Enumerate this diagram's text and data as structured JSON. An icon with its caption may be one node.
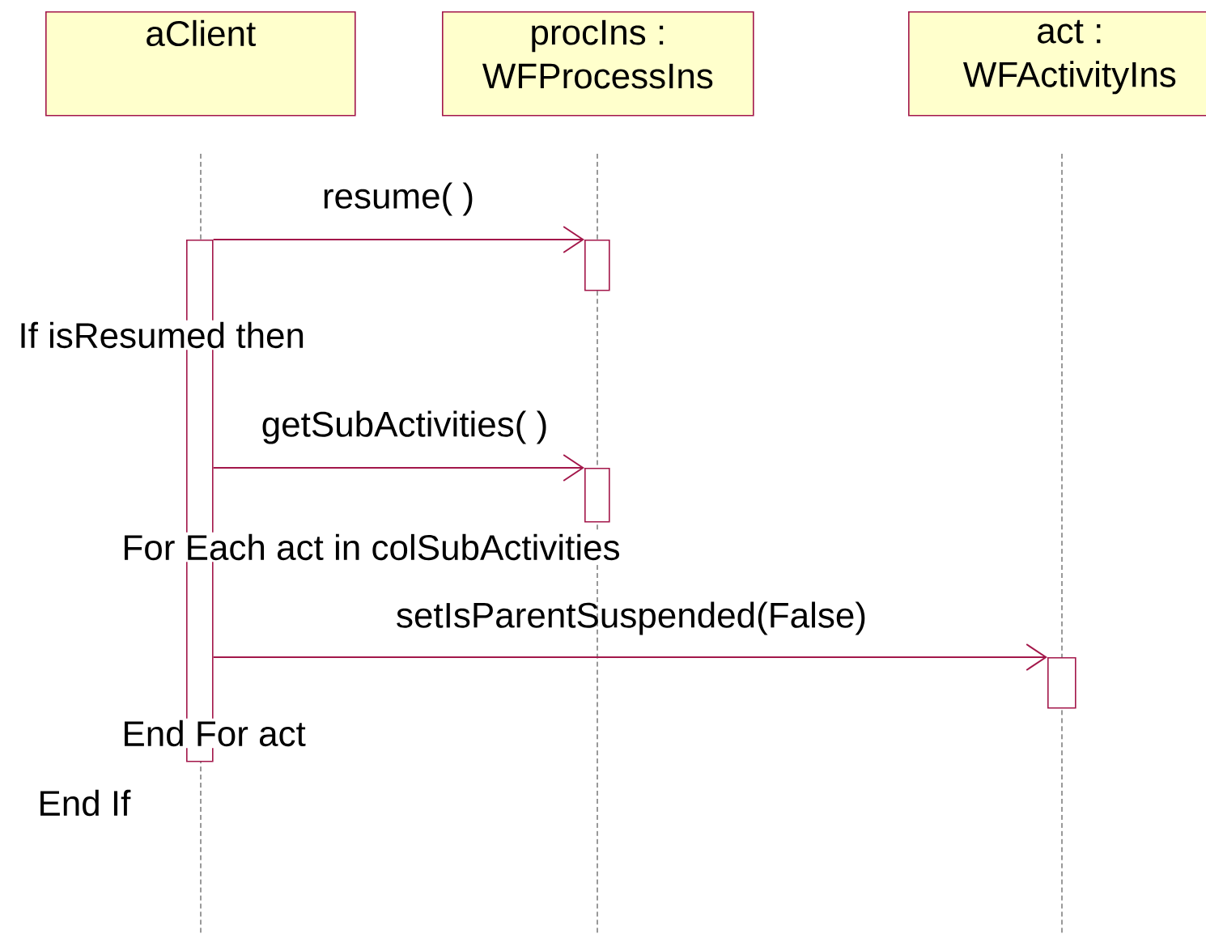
{
  "diagram": {
    "nodes": [
      {
        "text": [
          "aClient"
        ]
      },
      {
        "text": [
          "procIns : WFProcessIns"
        ]
      },
      {
        "text": [
          "act : WFActivityIns"
        ]
      },
      {
        "text": [],
        "shape": "bar"
      },
      {
        "text": [],
        "shape": "bar"
      },
      {
        "text": [],
        "shape": "bar"
      },
      {
        "text": [],
        "shape": "bar"
      }
    ],
    "edges": [
      {
        "from": 3,
        "to": 4,
        "arrow": "to",
        "label": "resume( )"
      },
      {
        "from": 3,
        "to": 5,
        "arrow": "to",
        "label": "getSubActivities( )"
      },
      {
        "from": 3,
        "to": 6,
        "arrow": "to",
        "label": "setIsParentSuspended(False)"
      }
    ],
    "labels": [
      "If isResumed then",
      "For Each act in colSubActivities",
      "End For act",
      "End If"
    ]
  }
}
